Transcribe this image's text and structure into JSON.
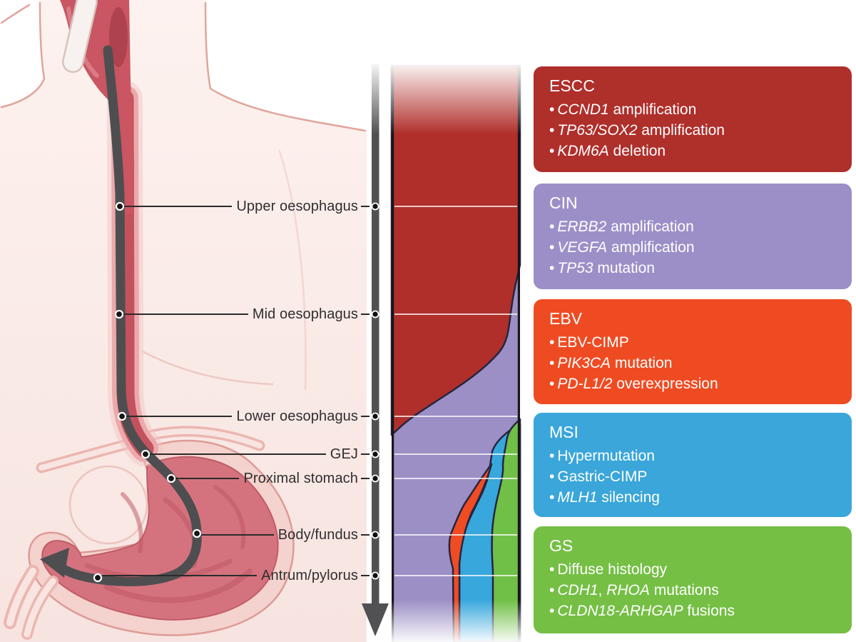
{
  "figure": {
    "background": "#ffffff",
    "description": "Anatomy of the oesophagus and stomach with molecular subtype distribution of gastro-oesophageal cancers"
  },
  "anatomy": {
    "labels": [
      {
        "id": "upper-oesophagus",
        "label": "Upper oesophagus",
        "y": 289,
        "dot": [
          168,
          289
        ]
      },
      {
        "id": "mid-oesophagus",
        "label": "Mid oesophagus",
        "y": 440,
        "dot": [
          167,
          440
        ]
      },
      {
        "id": "lower-oesophagus",
        "label": "Lower oesophagus",
        "y": 583,
        "dot": [
          171,
          583
        ]
      },
      {
        "id": "gej",
        "label": "GEJ",
        "y": 636,
        "dot": [
          204,
          636
        ]
      },
      {
        "id": "proximal-stomach",
        "label": "Proximal stomach",
        "y": 670,
        "dot": [
          240,
          670
        ]
      },
      {
        "id": "body-fundus",
        "label": "Body/fundus",
        "y": 749,
        "dot": [
          276,
          747
        ]
      },
      {
        "id": "antrum-pylorus",
        "label": "Antrum/pylorus",
        "y": 806,
        "dot": [
          137,
          809
        ]
      }
    ]
  },
  "chart": {
    "colors": {
      "escc": "#b02f2a",
      "cin": "#9c8fc5",
      "ebv": "#ef4c23",
      "msi": "#38a7dc",
      "gs": "#70bf46"
    },
    "gridline_color": "rgba(255,255,255,0.75)"
  },
  "chart_data": {
    "type": "area",
    "orientation": "vertical stream, anatomy top-to-bottom",
    "categories": [
      "Upper oesophagus",
      "Mid oesophagus",
      "Lower oesophagus",
      "GEJ",
      "Proximal stomach",
      "Body/fundus",
      "Antrum/pylorus"
    ],
    "series": [
      {
        "name": "ESCC",
        "values": [
          100,
          92,
          22,
          0,
          0,
          0,
          0
        ]
      },
      {
        "name": "CIN",
        "values": [
          0,
          8,
          78,
          77,
          68,
          46,
          48
        ]
      },
      {
        "name": "EBV",
        "values": [
          0,
          0,
          0,
          0,
          6,
          11,
          5
        ]
      },
      {
        "name": "MSI",
        "values": [
          0,
          0,
          0,
          11,
          10,
          19,
          25
        ]
      },
      {
        "name": "GS",
        "values": [
          0,
          0,
          0,
          12,
          16,
          24,
          22
        ]
      }
    ],
    "unit": "approximate % of cases (estimated from stream widths)",
    "legend_position": "right-side annotation boxes",
    "grid": "horizontal white lines at each anatomical site"
  },
  "boxes": [
    {
      "id": "escc",
      "title": "ESCC",
      "color": "#af2f2b",
      "bullets": [
        [
          {
            "t": "CCND1",
            "i": 1
          },
          {
            "t": " amplification"
          }
        ],
        [
          {
            "t": "TP63/SOX2",
            "i": 1
          },
          {
            "t": " amplification"
          }
        ],
        [
          {
            "t": "KDM6A",
            "i": 1
          },
          {
            "t": " deletion"
          }
        ]
      ]
    },
    {
      "id": "cin",
      "title": "CIN",
      "color": "#9c8fc8",
      "bullets": [
        [
          {
            "t": "ERBB2",
            "i": 1
          },
          {
            "t": " amplification"
          }
        ],
        [
          {
            "t": "VEGFA",
            "i": 1
          },
          {
            "t": " amplification"
          }
        ],
        [
          {
            "t": "TP53",
            "i": 1
          },
          {
            "t": " mutation"
          }
        ]
      ]
    },
    {
      "id": "ebv",
      "title": "EBV",
      "color": "#ef4b22",
      "bullets": [
        [
          {
            "t": "EBV-CIMP"
          }
        ],
        [
          {
            "t": "PIK3CA",
            "i": 1
          },
          {
            "t": " mutation"
          }
        ],
        [
          {
            "t": "PD-L1/2",
            "i": 1
          },
          {
            "t": " overexpression"
          }
        ]
      ]
    },
    {
      "id": "msi",
      "title": "MSI",
      "color": "#3aa6da",
      "bullets": [
        [
          {
            "t": "Hypermutation"
          }
        ],
        [
          {
            "t": "Gastric-CIMP"
          }
        ],
        [
          {
            "t": "MLH1",
            "i": 1
          },
          {
            "t": " silencing"
          }
        ]
      ]
    },
    {
      "id": "gs",
      "title": "GS",
      "color": "#75bf45",
      "bullets": [
        [
          {
            "t": "Diffuse histology"
          }
        ],
        [
          {
            "t": "CDH1",
            "i": 1
          },
          {
            "t": ", "
          },
          {
            "t": "RHOA",
            "i": 1
          },
          {
            "t": " mutations"
          }
        ],
        [
          {
            "t": "CLDN18-ARHGAP",
            "i": 1
          },
          {
            "t": " fusions"
          }
        ]
      ]
    }
  ]
}
